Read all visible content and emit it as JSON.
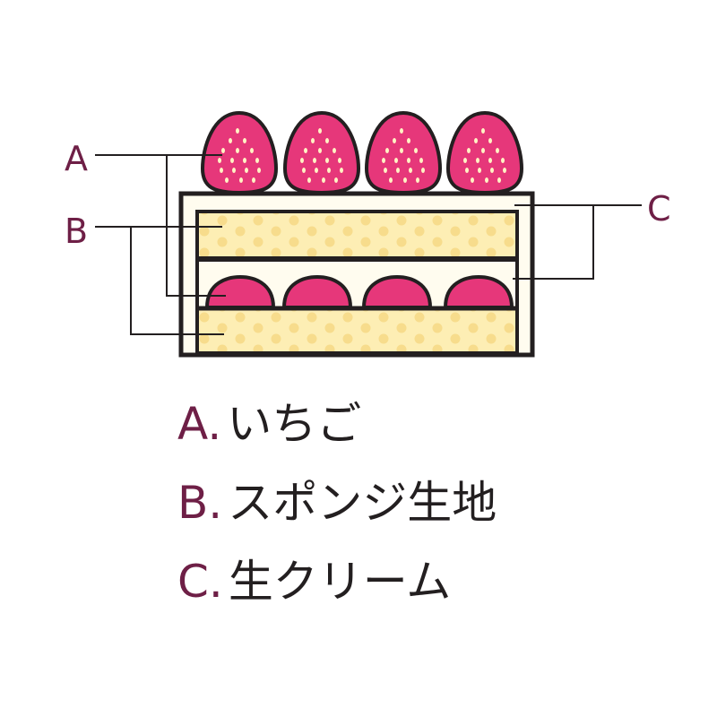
{
  "colors": {
    "outline": "#231f20",
    "label": "#6e1f46",
    "strawberry": "#e6377a",
    "seed": "#fff3c4",
    "sponge": "#fdeeb4",
    "sponge_dot": "#f7dc8c",
    "cream": "#fffcef"
  },
  "callouts": {
    "a": "A",
    "b": "B",
    "c": "C"
  },
  "legend": [
    {
      "letter": "A.",
      "term": "いちご"
    },
    {
      "letter": "B.",
      "term": "スポンジ生地"
    },
    {
      "letter": "C.",
      "term": "生クリーム"
    }
  ]
}
